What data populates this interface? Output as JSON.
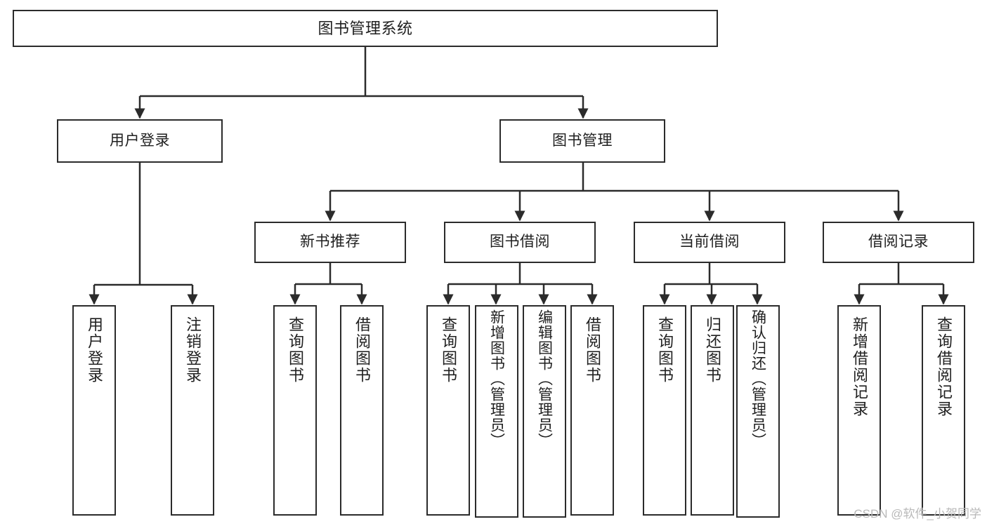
{
  "diagram": {
    "type": "tree",
    "title": "图书管理系统",
    "orientation": "top-down",
    "colors": {
      "box_border": "#2b2b2b",
      "box_fill": "#ffffff",
      "connector": "#2b2b2b",
      "text": "#1f1f1f",
      "watermark": "#b9b9b9",
      "background": "#ffffff"
    },
    "root": {
      "id": "root",
      "label": "图书管理系统"
    },
    "level2": [
      {
        "id": "user-login",
        "label": "用户登录"
      },
      {
        "id": "book-management",
        "label": "图书管理"
      }
    ],
    "level3": [
      {
        "id": "new-book-recommend",
        "label": "新书推荐"
      },
      {
        "id": "book-borrow",
        "label": "图书借阅"
      },
      {
        "id": "current-borrow",
        "label": "当前借阅"
      },
      {
        "id": "borrow-record",
        "label": "借阅记录"
      }
    ],
    "leaves": {
      "user_login": [
        {
          "id": "leaf-user-login",
          "label": "用户登录"
        },
        {
          "id": "leaf-logout-login",
          "label": "注销登录"
        }
      ],
      "new_book_recommend": [
        {
          "id": "leaf-query-book-1",
          "label": "查询图书"
        },
        {
          "id": "leaf-borrow-book-1",
          "label": "借阅图书"
        }
      ],
      "book_borrow": [
        {
          "id": "leaf-query-book-2",
          "label": "查询图书"
        },
        {
          "id": "leaf-add-book",
          "label": "新增图书（管理员）"
        },
        {
          "id": "leaf-edit-book",
          "label": "编辑图书（管理员）"
        },
        {
          "id": "leaf-borrow-book-2",
          "label": "借阅图书"
        }
      ],
      "current_borrow": [
        {
          "id": "leaf-query-book-3",
          "label": "查询图书"
        },
        {
          "id": "leaf-return-book",
          "label": "归还图书"
        },
        {
          "id": "leaf-confirm-return",
          "label": "确认归还（管理员）"
        }
      ],
      "borrow_record": [
        {
          "id": "leaf-add-record",
          "label": "新增借阅记录"
        },
        {
          "id": "leaf-query-record",
          "label": "查询借阅记录"
        }
      ]
    }
  },
  "watermark": {
    "text": "CSDN @软件_小贺同学"
  }
}
